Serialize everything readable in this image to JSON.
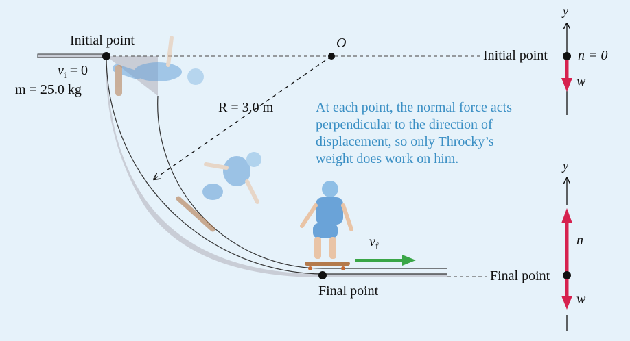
{
  "labels": {
    "initial_point": "Initial point",
    "final_point": "Final point",
    "v_initial": "v",
    "v_initial_sub": "i",
    "v_initial_value": "= 0",
    "mass": "m = 25.0 kg",
    "origin": "O",
    "radius": "R = 3.0 m",
    "v_final": "v",
    "v_final_sub": "f"
  },
  "note": {
    "line1": "At each point, the normal force acts",
    "line2": "perpendicular to the direction of",
    "line3": "displacement, so only Throcky’s",
    "line4": "weight does work on him."
  },
  "top_diagram": {
    "label": "Initial point",
    "y_axis": "y",
    "normal_eq": "n = 0",
    "weight": "w"
  },
  "bottom_diagram": {
    "label": "Final point",
    "y_axis": "y",
    "normal": "n",
    "weight": "w"
  },
  "colors": {
    "background": "#e6f2fa",
    "ramp": "#c9cdd6",
    "force_arrow": "#d6224f",
    "velocity_arrow": "#3aa647",
    "note_text": "#3a8fc4",
    "skater": "#6aa3d8"
  }
}
